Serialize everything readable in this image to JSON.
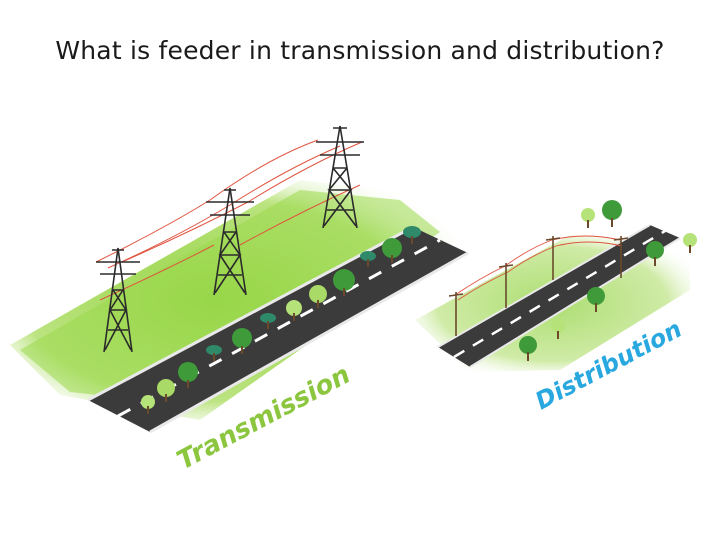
{
  "title": "What is feeder in transmission and distribution?",
  "labels": {
    "transmission": "Transmission",
    "distribution": "Distribution"
  },
  "colors": {
    "grass": "#8fd23a",
    "road": "#3b3b3b",
    "lane_mark": "#ffffff",
    "transmission_label": "#8cc63f",
    "distribution_label": "#29a8e0",
    "wire": "#e0543f",
    "tree": "#3f9a3a",
    "tower": "#2b2b2b",
    "pole": "#6b4a2b"
  }
}
